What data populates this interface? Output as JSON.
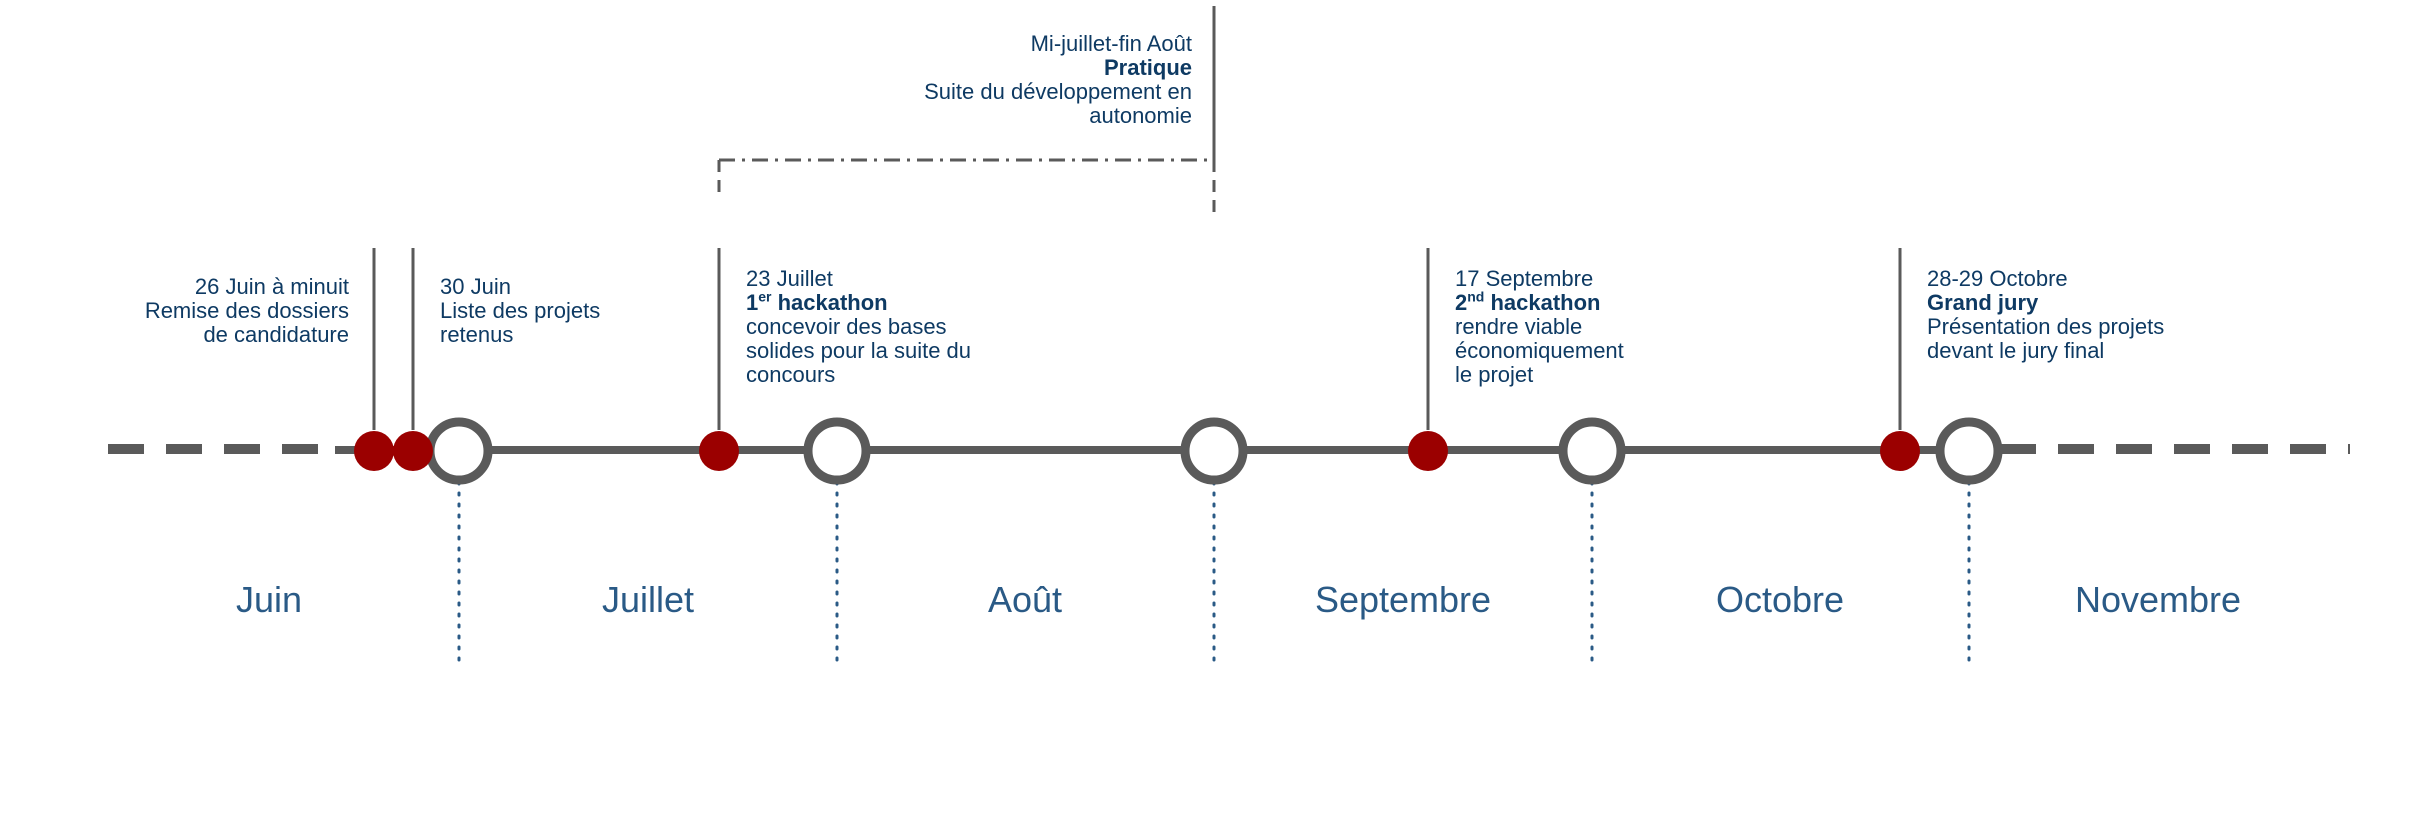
{
  "colors": {
    "line": "#5a5a5a",
    "event_dot": "#9b0000",
    "text": "#0e3a63",
    "month_text": "#2a5a86",
    "dotted": "#2a5a86"
  },
  "months": [
    "Juin",
    "Juillet",
    "Août",
    "Septembre",
    "Octobre",
    "Novembre"
  ],
  "events": {
    "e1": {
      "date": "26 Juin à minuit",
      "line2": "Remise des dossiers",
      "line3": "de candidature"
    },
    "e2": {
      "date": "30 Juin",
      "line2": "Liste des projets",
      "line3": "retenus"
    },
    "e3": {
      "date": "23 Juillet",
      "ord": "1",
      "sup": "er",
      "title": " hackathon",
      "line3": "concevoir des bases",
      "line4": "solides pour la suite du",
      "line5": "concours"
    },
    "e4": {
      "date": "17 Septembre",
      "ord": "2",
      "sup": "nd",
      "title": " hackathon",
      "line3": "rendre viable",
      "line4": "économiquement",
      "line5": "le projet"
    },
    "e5": {
      "date": "28-29 Octobre",
      "title": "Grand jury",
      "line3": "Présentation des projets",
      "line4": "devant le jury final"
    }
  },
  "period": {
    "date": "Mi-juillet-fin Août",
    "title": "Pratique",
    "line3": "Suite du développement en",
    "line4": "autonomie"
  }
}
